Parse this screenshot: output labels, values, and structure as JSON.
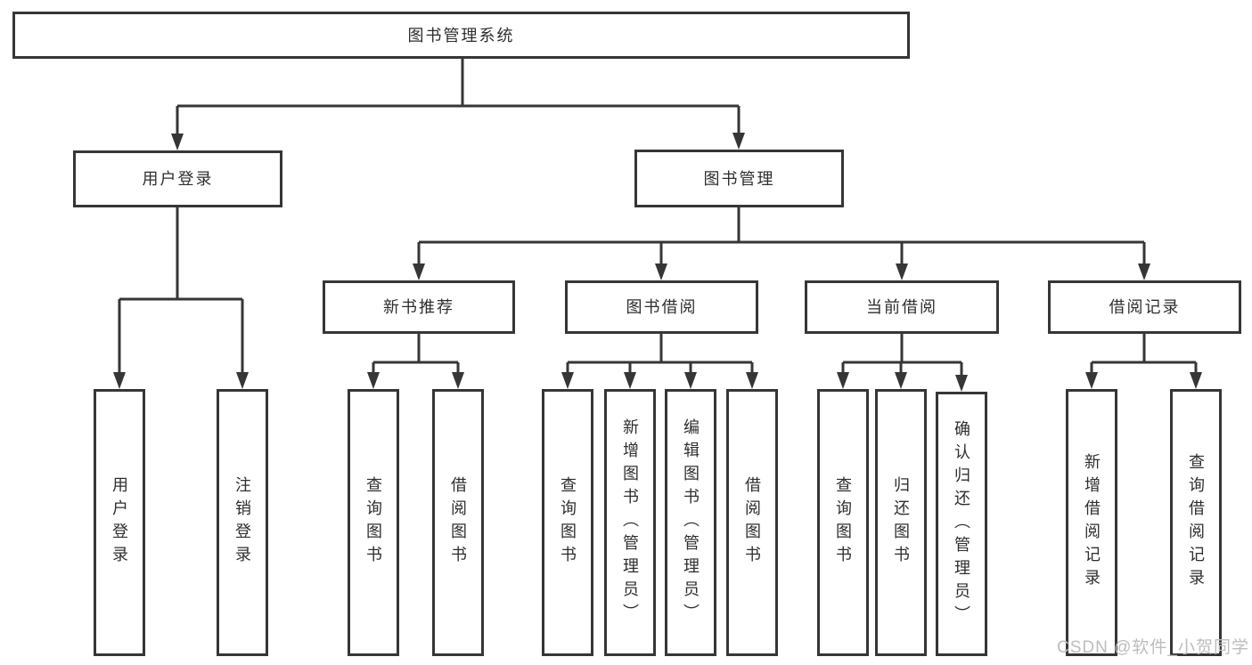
{
  "diagram": {
    "root": {
      "label": "图书管理系统"
    },
    "branches": [
      {
        "label": "用户登录",
        "children": [
          {
            "label": "用户登录"
          },
          {
            "label": "注销登录"
          }
        ]
      },
      {
        "label": "图书管理",
        "children": [
          {
            "label": "新书推荐",
            "children": [
              {
                "label": "查询图书"
              },
              {
                "label": "借阅图书"
              }
            ]
          },
          {
            "label": "图书借阅",
            "children": [
              {
                "label": "查询图书"
              },
              {
                "label": "新增图书（管理员）"
              },
              {
                "label": "编辑图书（管理员）"
              },
              {
                "label": "借阅图书"
              }
            ]
          },
          {
            "label": "当前借阅",
            "children": [
              {
                "label": "查询图书"
              },
              {
                "label": "归还图书"
              },
              {
                "label": "确认归还（管理员）"
              }
            ]
          },
          {
            "label": "借阅记录",
            "children": [
              {
                "label": "新增借阅记录"
              },
              {
                "label": "查询借阅记录"
              }
            ]
          }
        ]
      }
    ]
  },
  "watermark": {
    "text": "CSDN @软件_小贺同学"
  },
  "colors": {
    "line": "#363636",
    "box_border": "#363636",
    "text": "#2e2e2e",
    "watermark": "#bdbdbd",
    "background": "#ffffff"
  }
}
